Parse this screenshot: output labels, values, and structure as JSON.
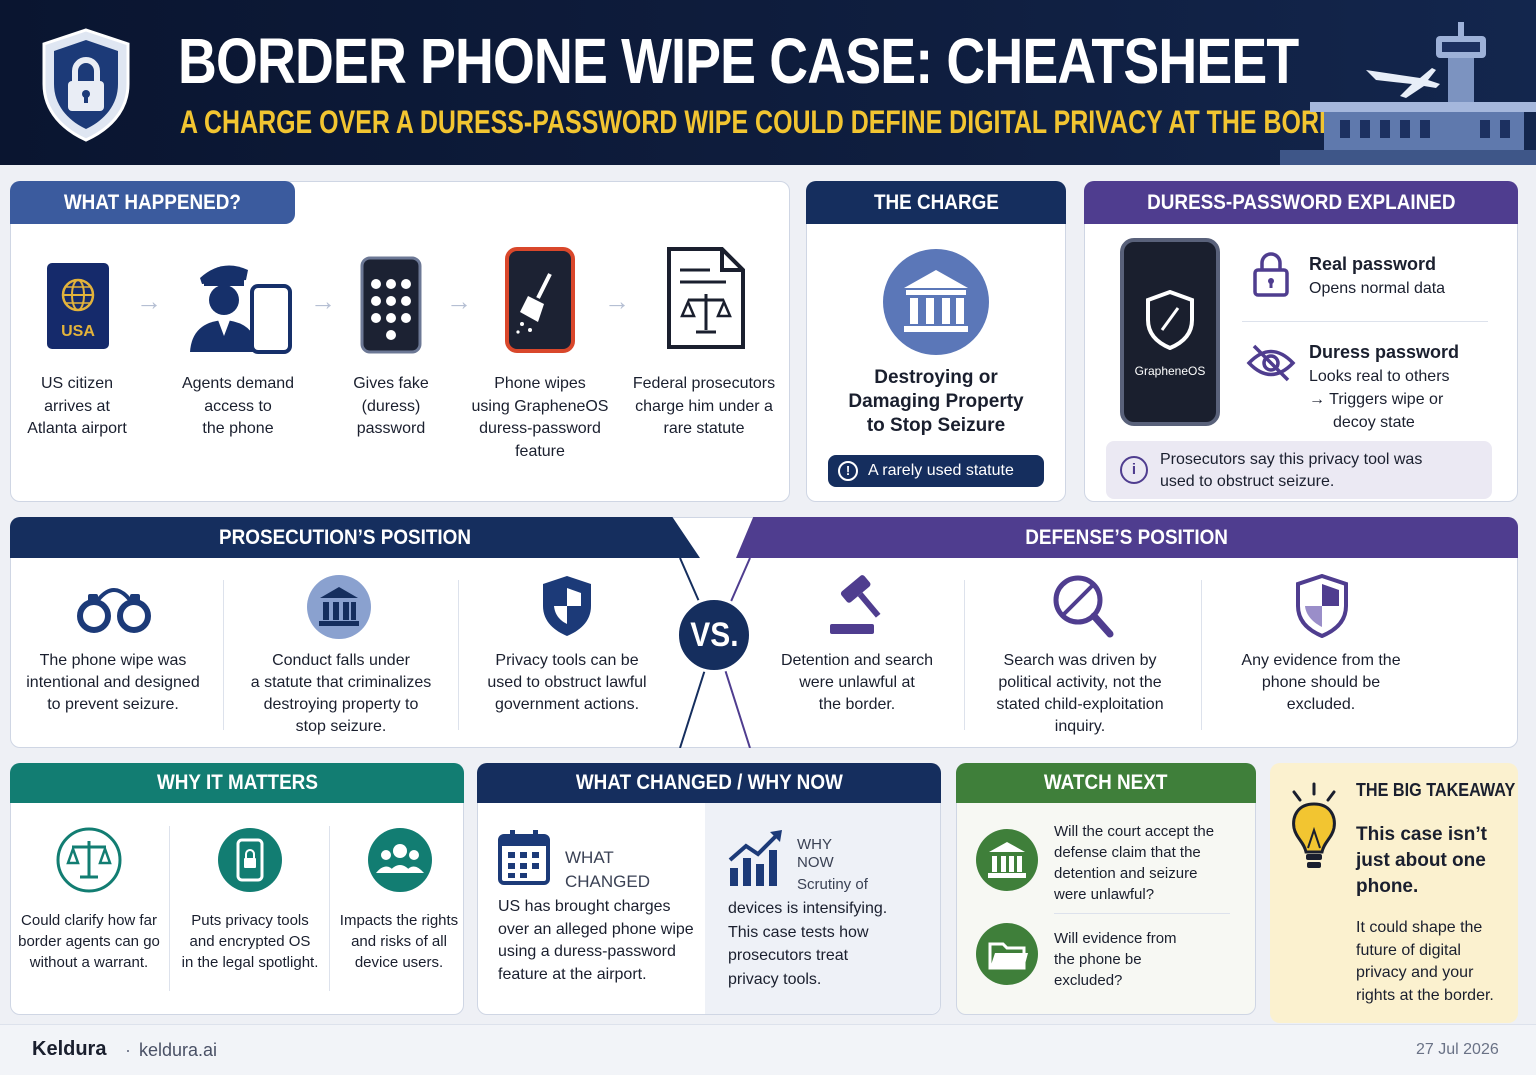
{
  "header": {
    "title": "BORDER PHONE WIPE CASE: CHEATSHEET",
    "subtitle": "A CHARGE OVER A DURESS-PASSWORD WIPE COULD DEFINE DIGITAL PRIVACY AT THE BORDER"
  },
  "what_happened": {
    "title": "WHAT HAPPENED?",
    "passport_text": "USA",
    "steps": [
      {
        "text": "US citizen\narrives at\nAtlanta airport"
      },
      {
        "text": "Agents demand\naccess to\nthe phone"
      },
      {
        "text": "Gives fake\n(duress)\npassword"
      },
      {
        "text": "Phone wipes\nusing GrapheneOS\nduress-password\nfeature"
      },
      {
        "text": "Federal prosecutors\ncharge him under a\nrare statute"
      }
    ]
  },
  "charge": {
    "title": "THE CHARGE",
    "text": "Destroying or\nDamaging Property\nto Stop Seizure",
    "badge": "A rarely used statute"
  },
  "duress": {
    "title": "DURESS-PASSWORD EXPLAINED",
    "phone_label": "GrapheneOS",
    "real_title": "Real password",
    "real_desc": "Opens normal data",
    "duress_title": "Duress password",
    "duress_desc": "Looks real to others",
    "duress_desc2": "→ Triggers wipe or",
    "duress_desc3": "decoy state",
    "note": "Prosecutors say this privacy tool was\nused to obstruct seizure."
  },
  "prosecution": {
    "title": "PROSECUTION’S POSITION",
    "items": [
      {
        "text": "The phone wipe was\nintentional and designed\nto prevent seizure."
      },
      {
        "text": "Conduct falls under\na statute that criminalizes\ndestroying property to\nstop seizure."
      },
      {
        "text": "Privacy tools can be\nused to obstruct lawful\ngovernment actions."
      }
    ]
  },
  "vs": "VS.",
  "defense": {
    "title": "DEFENSE’S POSITION",
    "items": [
      {
        "text": "Detention and search\nwere unlawful at\nthe border."
      },
      {
        "text": "Search was driven by\npolitical activity, not the\nstated child-exploitation\ninquiry."
      },
      {
        "text": "Any evidence from the\nphone should be\nexcluded."
      }
    ]
  },
  "why_matters": {
    "title": "WHY IT MATTERS",
    "items": [
      {
        "text": "Could clarify how far\nborder agents can go\nwithout a warrant."
      },
      {
        "text": "Puts privacy tools\nand encrypted OS\nin the legal spotlight."
      },
      {
        "text": "Impacts the rights\nand risks of all\ndevice users."
      }
    ]
  },
  "what_changed": {
    "title": "WHAT CHANGED / WHY NOW",
    "left_label": "WHAT\nCHANGED",
    "left_text": "US has brought charges\nover an alleged phone wipe\nusing a duress-password\nfeature at the airport.",
    "right_label": "WHY\nNOW",
    "right_text_small": "Scrutiny of",
    "right_text": "devices is intensifying.\nThis case tests how\nprosecutors treat\nprivacy tools."
  },
  "watch_next": {
    "title": "WATCH NEXT",
    "items": [
      {
        "text": "Will the court accept the\ndefense claim that the\ndetention and seizure\nwere unlawful?"
      },
      {
        "text": "Will evidence from\nthe phone be\nexcluded?"
      }
    ]
  },
  "takeaway": {
    "title": "THE BIG TAKEAWAY",
    "headline": "This case isn’t\njust about one\nphone.",
    "text": "It could shape the\nfuture of digital\nprivacy and your\nrights at the border."
  },
  "footer": {
    "brand": "Keldura",
    "sep": "·",
    "domain": "keldura.ai",
    "date": "27 Jul 2026"
  },
  "colors": {
    "navy": "#132a5c",
    "purple": "#4f3d8f",
    "teal": "#127d72",
    "green": "#3f7f3a",
    "gold": "#f2c531",
    "cream": "#fbf1cf"
  }
}
